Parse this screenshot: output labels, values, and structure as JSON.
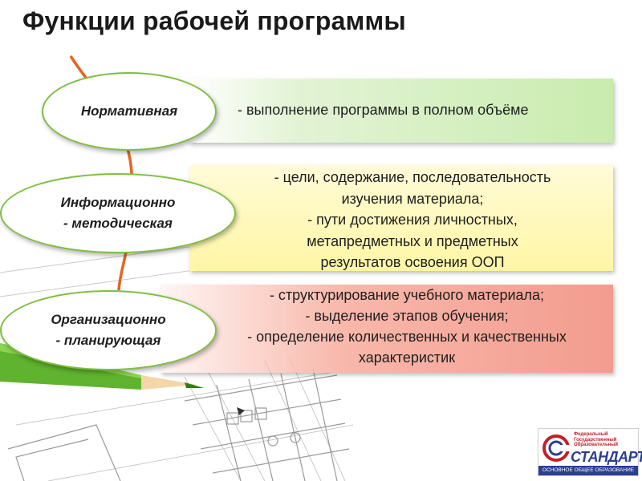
{
  "title": "Функции рабочей программы",
  "functions": [
    {
      "name_lines": [
        "Нормативная"
      ],
      "description_lines": [
        "- выполнение программы в полном объёме"
      ]
    },
    {
      "name_lines": [
        "Информационно",
        "- методическая"
      ],
      "description_lines": [
        "- цели, содержание, последовательность",
        "изучения материала;",
        "- пути достижения личностных,",
        "метапредметных и предметных",
        "результатов освоения ООП"
      ]
    },
    {
      "name_lines": [
        "Организационно",
        "- планирующая"
      ],
      "description_lines": [
        "- структурирование учебного материала;",
        "- выделение этапов обучения;",
        "- определение количественных и качественных",
        "характеристик"
      ]
    }
  ],
  "logo": {
    "top_lines": [
      "Федеральный",
      "Государственный",
      "Образовательный"
    ],
    "name": "СТАНДАРТ",
    "subtitle": "ОСНОВНОЕ ОБЩЕЕ ОБРАЗОВАНИЕ"
  },
  "colors": {
    "curve": "#e8641e",
    "ellipse_border": "#7fbf3f",
    "box1": "#c9ecae",
    "box2": "#fff6a4",
    "box3": "#f29c8e"
  }
}
